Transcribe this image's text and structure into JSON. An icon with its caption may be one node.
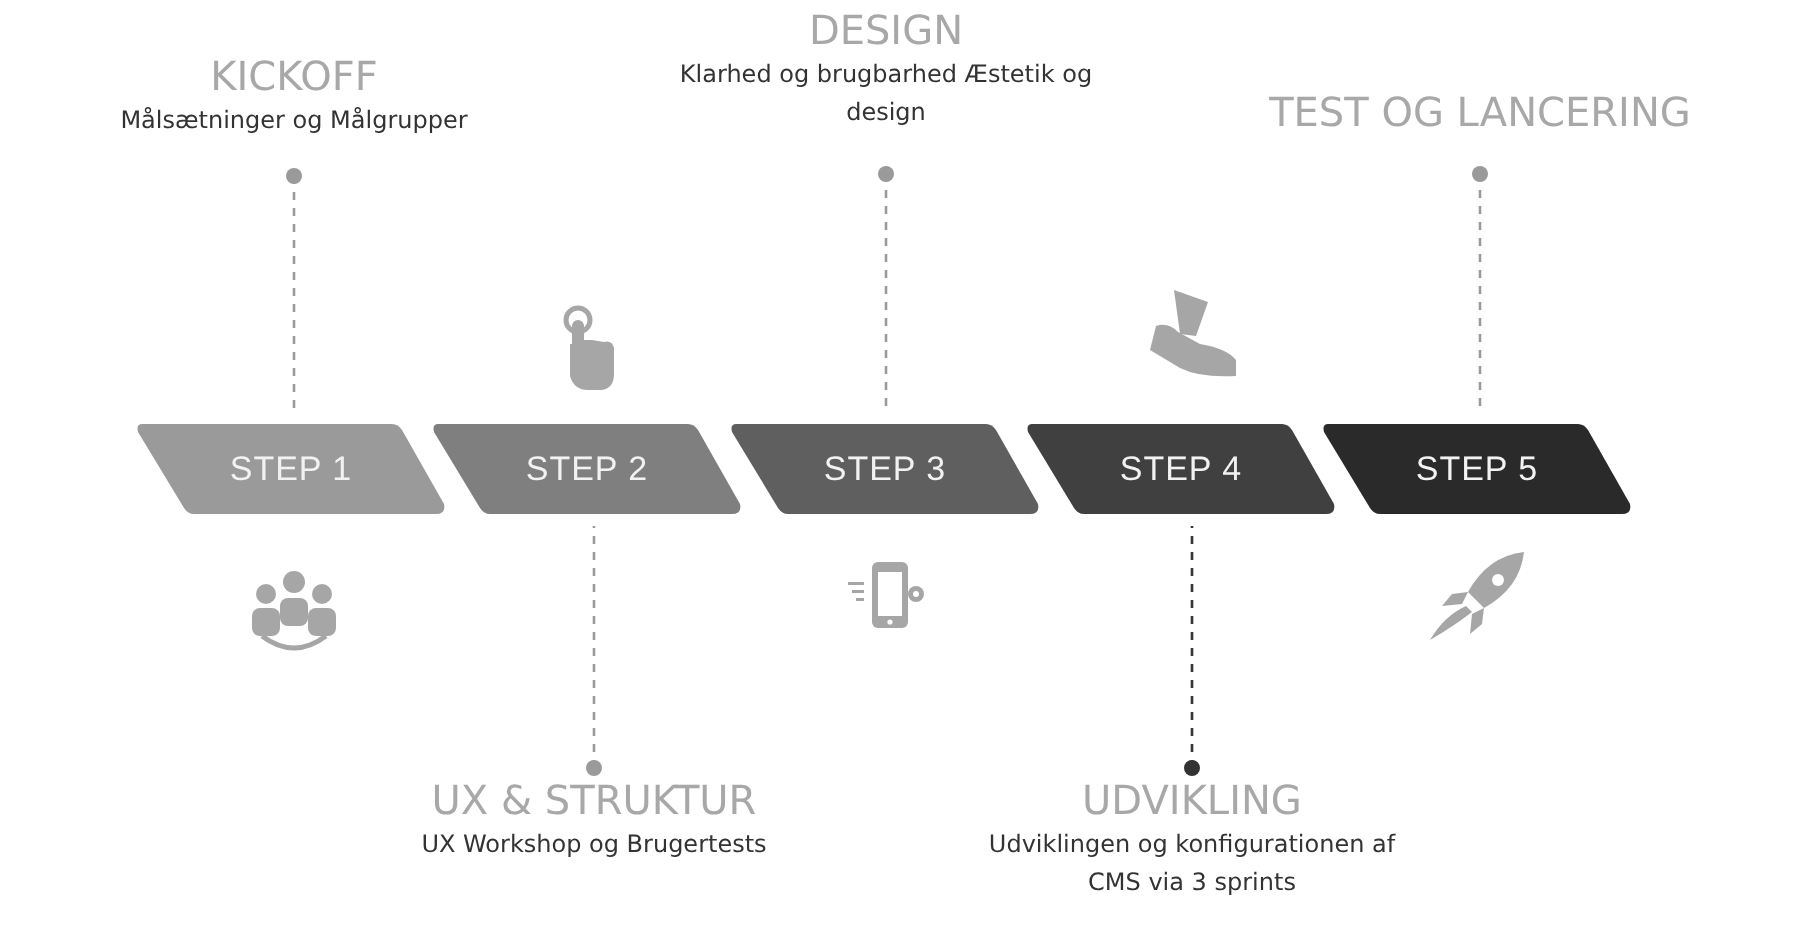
{
  "diagram": {
    "nodes": [
      {
        "text": [
          "STEP 1"
        ]
      },
      {
        "text": [
          "STEP 2"
        ]
      },
      {
        "text": [
          "STEP 3"
        ]
      },
      {
        "text": [
          "STEP 4"
        ]
      },
      {
        "text": [
          "STEP 5"
        ]
      },
      {
        "text": [
          "KICKOFF",
          "Målsætninger og Målgrupper"
        ]
      },
      {
        "text": [
          "DESIGN",
          "Klarhed og brugbarhed Æstetik og design"
        ]
      },
      {
        "text": [
          "TEST OG LANCERING"
        ]
      },
      {
        "text": [
          "UX & STRUKTUR",
          "UX Workshop og Brugertests"
        ]
      },
      {
        "text": [
          "UDVIKLING",
          "Udviklingen og konfigurationen af CMS via 3 sprints"
        ]
      }
    ],
    "edges": [
      {
        "from": 5,
        "to": 0,
        "arrow": "other",
        "style": "dashed"
      },
      {
        "from": 8,
        "to": 1,
        "arrow": "other",
        "style": "dashed"
      },
      {
        "from": 6,
        "to": 2,
        "arrow": "other",
        "style": "dashed"
      },
      {
        "from": 9,
        "to": 3,
        "arrow": "other",
        "style": "dashed",
        "color": "#333333"
      },
      {
        "from": 7,
        "to": 4,
        "arrow": "other",
        "style": "dashed"
      }
    ]
  }
}
